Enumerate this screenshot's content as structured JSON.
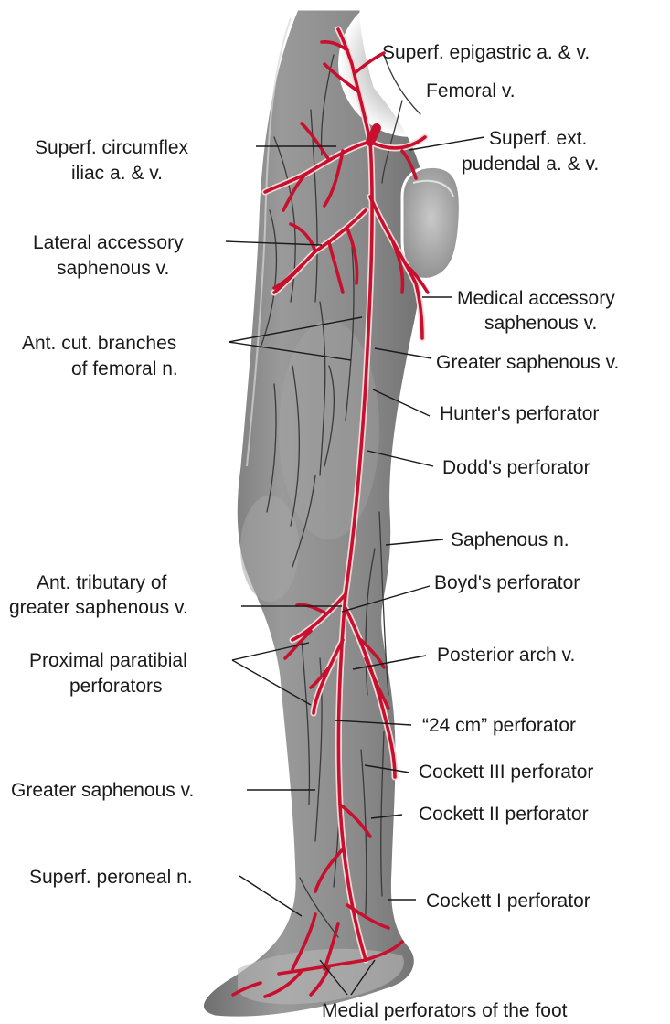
{
  "labels": {
    "superf_epigastric": "Superf. epigastric a. & v.",
    "femoral_v": "Femoral v.",
    "superf_circumflex_1": "Superf. circumflex",
    "superf_circumflex_2": "iliac a. & v.",
    "superf_ext_pudendal_1": "Superf. ext.",
    "superf_ext_pudendal_2": "pudendal a. & v.",
    "lateral_accessory_1": "Lateral accessory",
    "lateral_accessory_2": "saphenous v.",
    "medical_accessory_1": "Medical accessory",
    "medical_accessory_2": "saphenous v.",
    "ant_cut_1": "Ant. cut. branches",
    "ant_cut_2": "of femoral n.",
    "greater_saphenous_upper": "Greater saphenous v.",
    "hunters": "Hunter's perforator",
    "dodds": "Dodd's perforator",
    "saphenous_n": "Saphenous n.",
    "ant_tributary_1": "Ant. tributary of",
    "ant_tributary_2": "greater saphenous v.",
    "boyds": "Boyd's perforator",
    "proximal_paratibial_1": "Proximal paratibial",
    "proximal_paratibial_2": "perforators",
    "posterior_arch": "Posterior arch v.",
    "cm24": "“24 cm”  perforator",
    "cockett3": "Cockett III perforator",
    "greater_saphenous_lower": "Greater saphenous v.",
    "cockett2": "Cockett II perforator",
    "superf_peroneal": "Superf. peroneal n.",
    "cockett1": "Cockett I perforator",
    "medial_foot": "Medial perforators of the foot"
  },
  "colors": {
    "vein": "#c8102e",
    "skin": "#8c8c8c",
    "skin_light": "#b4b4b4"
  }
}
